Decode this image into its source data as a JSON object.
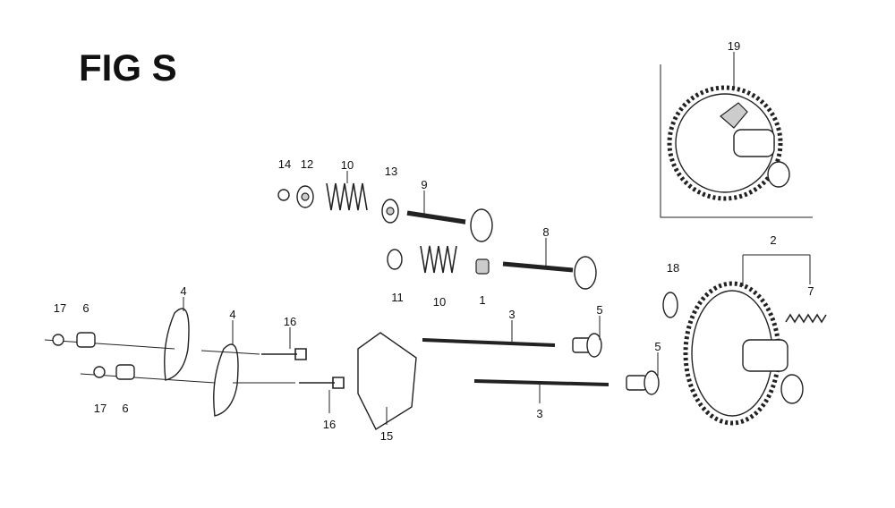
{
  "figure": {
    "title": "FIG S"
  },
  "callouts": [
    "19",
    "14",
    "12",
    "10",
    "13",
    "9",
    "8",
    "11",
    "10",
    "1",
    "18",
    "2",
    "7",
    "4",
    "4",
    "17",
    "6",
    "16",
    "3",
    "5",
    "5",
    "3",
    "17",
    "6",
    "16",
    "15"
  ]
}
